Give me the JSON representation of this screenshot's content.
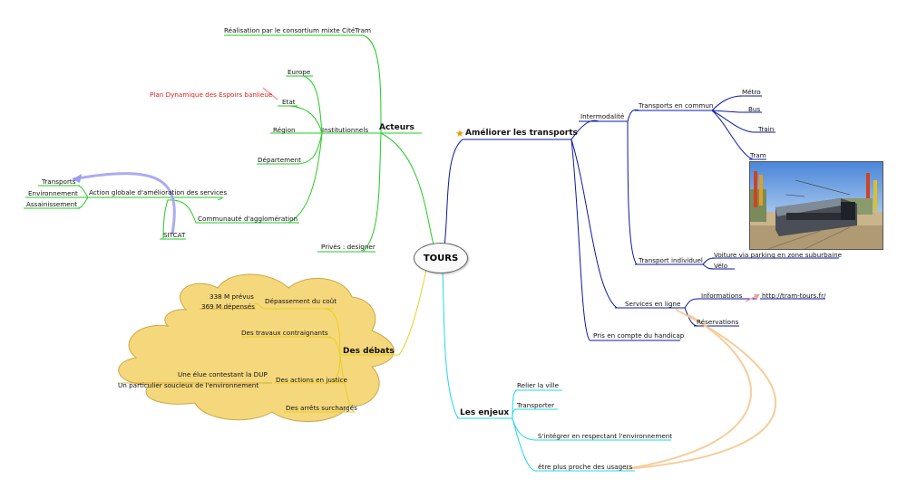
{
  "center": "TOURS",
  "acteurs": {
    "label": "Acteurs",
    "realisation": "Réalisation par le consortium mixte CitéTram",
    "institutionnels": "Institutionnels",
    "europe": "Europe",
    "etat": "Etat",
    "plan": "Plan Dynamique des Espoirs banlieue",
    "region": "Région",
    "departement": "Département",
    "communaute": "Communauté d'agglomération",
    "action": "Action globale d'amélioration des services",
    "transports": "Transports",
    "environnement": "Environnement",
    "assainissement": "Assainissement",
    "sitcat": "SITCAT",
    "prives": "Privés : designer"
  },
  "debats": {
    "label": "Des débats",
    "depassement": "Dépassement du coût",
    "prevus": "338 M prévus",
    "depenses": "369 M dépensés",
    "travaux": "Des travaux contraignants",
    "actions": "Des actions en justice",
    "elue": "Une élue contestant la DUP",
    "particulier": "Un particulier soucieux de l'environnement",
    "arrets": "Des arrêts surchargés"
  },
  "ameliorer": {
    "label": "Améliorer les transports",
    "intermodalite": "Intermodalité",
    "commun": "Transports en commun",
    "metro": "Métro",
    "bus": "Bus",
    "train": "Train",
    "tram": "Tram",
    "individuel": "Transport individuel",
    "voiture": "Voiture via parking en zone suburbaine",
    "velo": "Vélo",
    "services": "Services en ligne",
    "informations": "Informations",
    "url": "http://tram-tours.fr/",
    "reservations": "Réservations",
    "handicap": "Pris en compte du handicap"
  },
  "enjeux": {
    "label": "Les enjeux",
    "relier": "Relier la ville",
    "transporter": "Transporter",
    "integrer": "S'intégrer en respectant l'environnement",
    "proche": "être plus proche des usagers"
  },
  "colors": {
    "acteurs": "#22cc22",
    "ameliorer": "#0a1aa8",
    "enjeux": "#22d8e8",
    "debats": "#e8d020",
    "cloud": "#f5d77c",
    "cloud_border": "#c9a84a",
    "relation_blue": "#9c9cf0",
    "relation_orange": "#f5c890"
  }
}
